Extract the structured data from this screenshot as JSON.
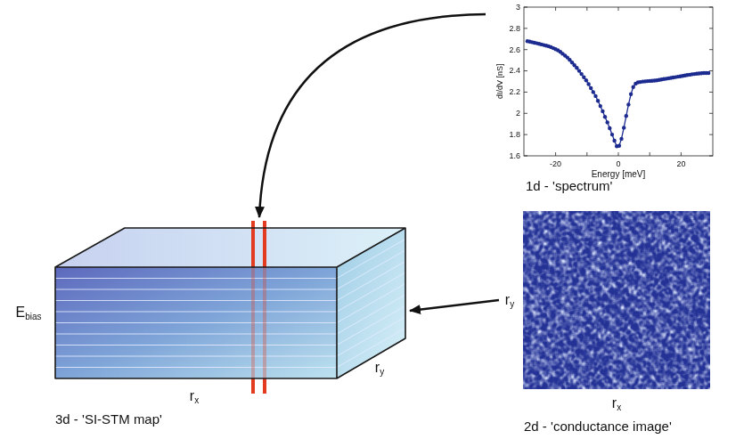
{
  "diagram": {
    "nodes": [
      {
        "text": [
          "3d - 'SI-STM map'"
        ]
      },
      {
        "text": [
          "1d - 'spectrum'"
        ]
      },
      {
        "text": [
          "2d - 'conductance image'"
        ]
      }
    ],
    "edges": [
      {
        "from": 1,
        "to": 0,
        "arrow": "to"
      },
      {
        "from": 2,
        "to": 0,
        "arrow": "to"
      }
    ],
    "labels": [
      "dI/dV [nS]",
      "3",
      "2.8",
      "2.6",
      "2.4",
      "2.2",
      "2",
      "1.8",
      "1.6",
      "-20",
      "0",
      "20",
      "Energy [meV]",
      "Ebias",
      "rx",
      "ry",
      "ry",
      "rx"
    ]
  }
}
